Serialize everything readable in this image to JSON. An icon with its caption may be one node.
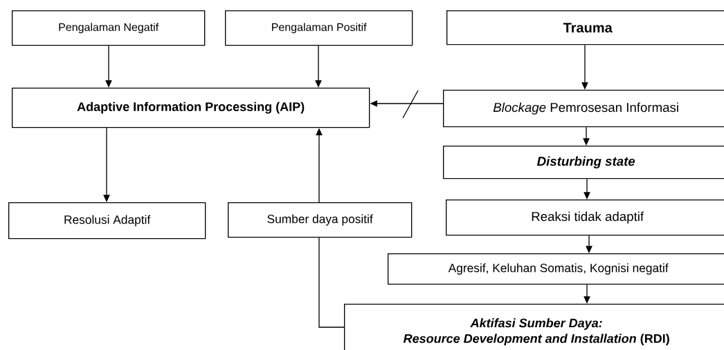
{
  "diagram": {
    "nodes": [
      {
        "text": [
          "Pengalaman Negatif"
        ]
      },
      {
        "text": [
          "Pengalaman Positif"
        ]
      },
      {
        "text": [
          "Trauma"
        ]
      },
      {
        "text": [
          "Adaptive Information Processing (AIP)"
        ]
      },
      {
        "text": [
          "*Blockage* Pemrosesan Informasi"
        ]
      },
      {
        "text": [
          "Disturbing state"
        ]
      },
      {
        "text": [
          "Resolusi Adaptif"
        ]
      },
      {
        "text": [
          "Sumber daya positif"
        ]
      },
      {
        "text": [
          "Reaksi tidak adaptif"
        ]
      },
      {
        "text": [
          "Agresif, Keluhan Somatis, Kognisi negatif"
        ]
      },
      {
        "text": [
          "*Aktifasi Sumber Daya:*",
          "*Resource Development and Installation* (RDI)"
        ]
      }
    ],
    "edges": [
      {
        "from": 0,
        "to": 3,
        "arrow": "to"
      },
      {
        "from": 1,
        "to": 3,
        "arrow": "to"
      },
      {
        "from": 2,
        "to": 4,
        "arrow": "to"
      },
      {
        "from": 4,
        "to": 3,
        "arrow": "to"
      },
      {
        "from": 3,
        "to": 6,
        "arrow": "to"
      },
      {
        "from": 7,
        "to": 3,
        "arrow": "to"
      },
      {
        "from": 4,
        "to": 5,
        "arrow": "to"
      },
      {
        "from": 5,
        "to": 8,
        "arrow": "to"
      },
      {
        "from": 8,
        "to": 9,
        "arrow": "to"
      },
      {
        "from": 9,
        "to": 10,
        "arrow": "to"
      },
      {
        "from": 10,
        "to": 7,
        "arrow": "none"
      }
    ]
  }
}
